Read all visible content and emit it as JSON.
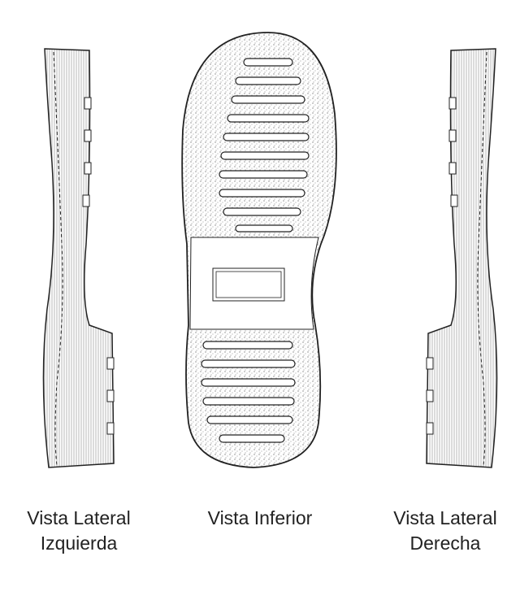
{
  "labels": {
    "left": [
      "Vista Lateral",
      "Izquierda"
    ],
    "center": [
      "Vista Inferior"
    ],
    "right": [
      "Vista Lateral",
      "Derecha"
    ]
  },
  "colors": {
    "ink": "#222222",
    "background": "#ffffff"
  }
}
